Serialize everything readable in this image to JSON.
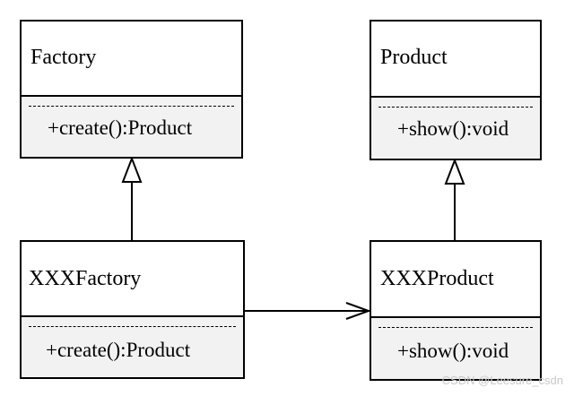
{
  "classes": {
    "factory": {
      "name": "Factory",
      "method": "+create():Product"
    },
    "product": {
      "name": "Product",
      "method": "+show():void"
    },
    "xxx_factory": {
      "name": "XXXFactory",
      "method": "+create():Product"
    },
    "xxx_product": {
      "name": "XXXProduct",
      "method": "+show():void"
    }
  },
  "relations": [
    {
      "from": "XXXFactory",
      "to": "Factory",
      "type": "inheritance"
    },
    {
      "from": "XXXProduct",
      "to": "Product",
      "type": "inheritance"
    },
    {
      "from": "XXXFactory",
      "to": "XXXProduct",
      "type": "dependency"
    }
  ],
  "watermark": "CSDN @Leesure_csdn"
}
